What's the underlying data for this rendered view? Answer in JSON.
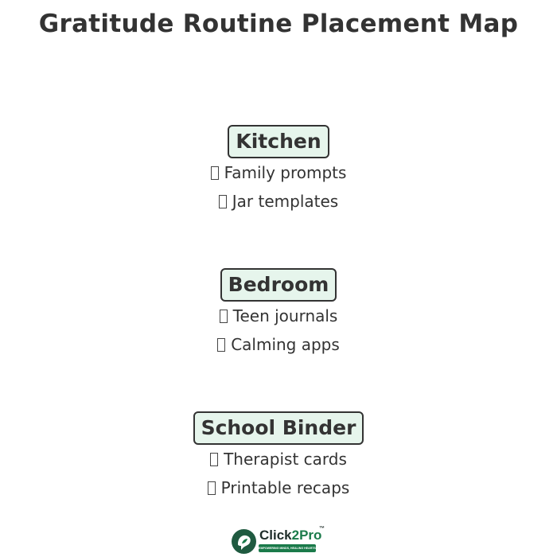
{
  "title": "Gratitude Routine Placement Map",
  "zones": [
    {
      "label": "Kitchen",
      "items": [
        "Family prompts",
        "Jar templates"
      ]
    },
    {
      "label": "Bedroom",
      "items": [
        "Teen journals",
        "Calming apps"
      ]
    },
    {
      "label": "School Binder",
      "items": [
        "Therapist cards",
        "Printable recaps"
      ]
    }
  ],
  "logo": {
    "word_prefix": "Click",
    "word_accent": "2Pro",
    "trademark": "™",
    "tagline": "EMPOWERING MINDS, HEALING HEARTS"
  },
  "colors": {
    "text": "#333333",
    "zone_fill": "#e6f5ec",
    "zone_border": "#333333",
    "logo_green": "#1a7a4a"
  },
  "icons": {
    "item_bullet": "missing-glyph-box-icon",
    "logo_mark": "brain-leaf-icon"
  }
}
